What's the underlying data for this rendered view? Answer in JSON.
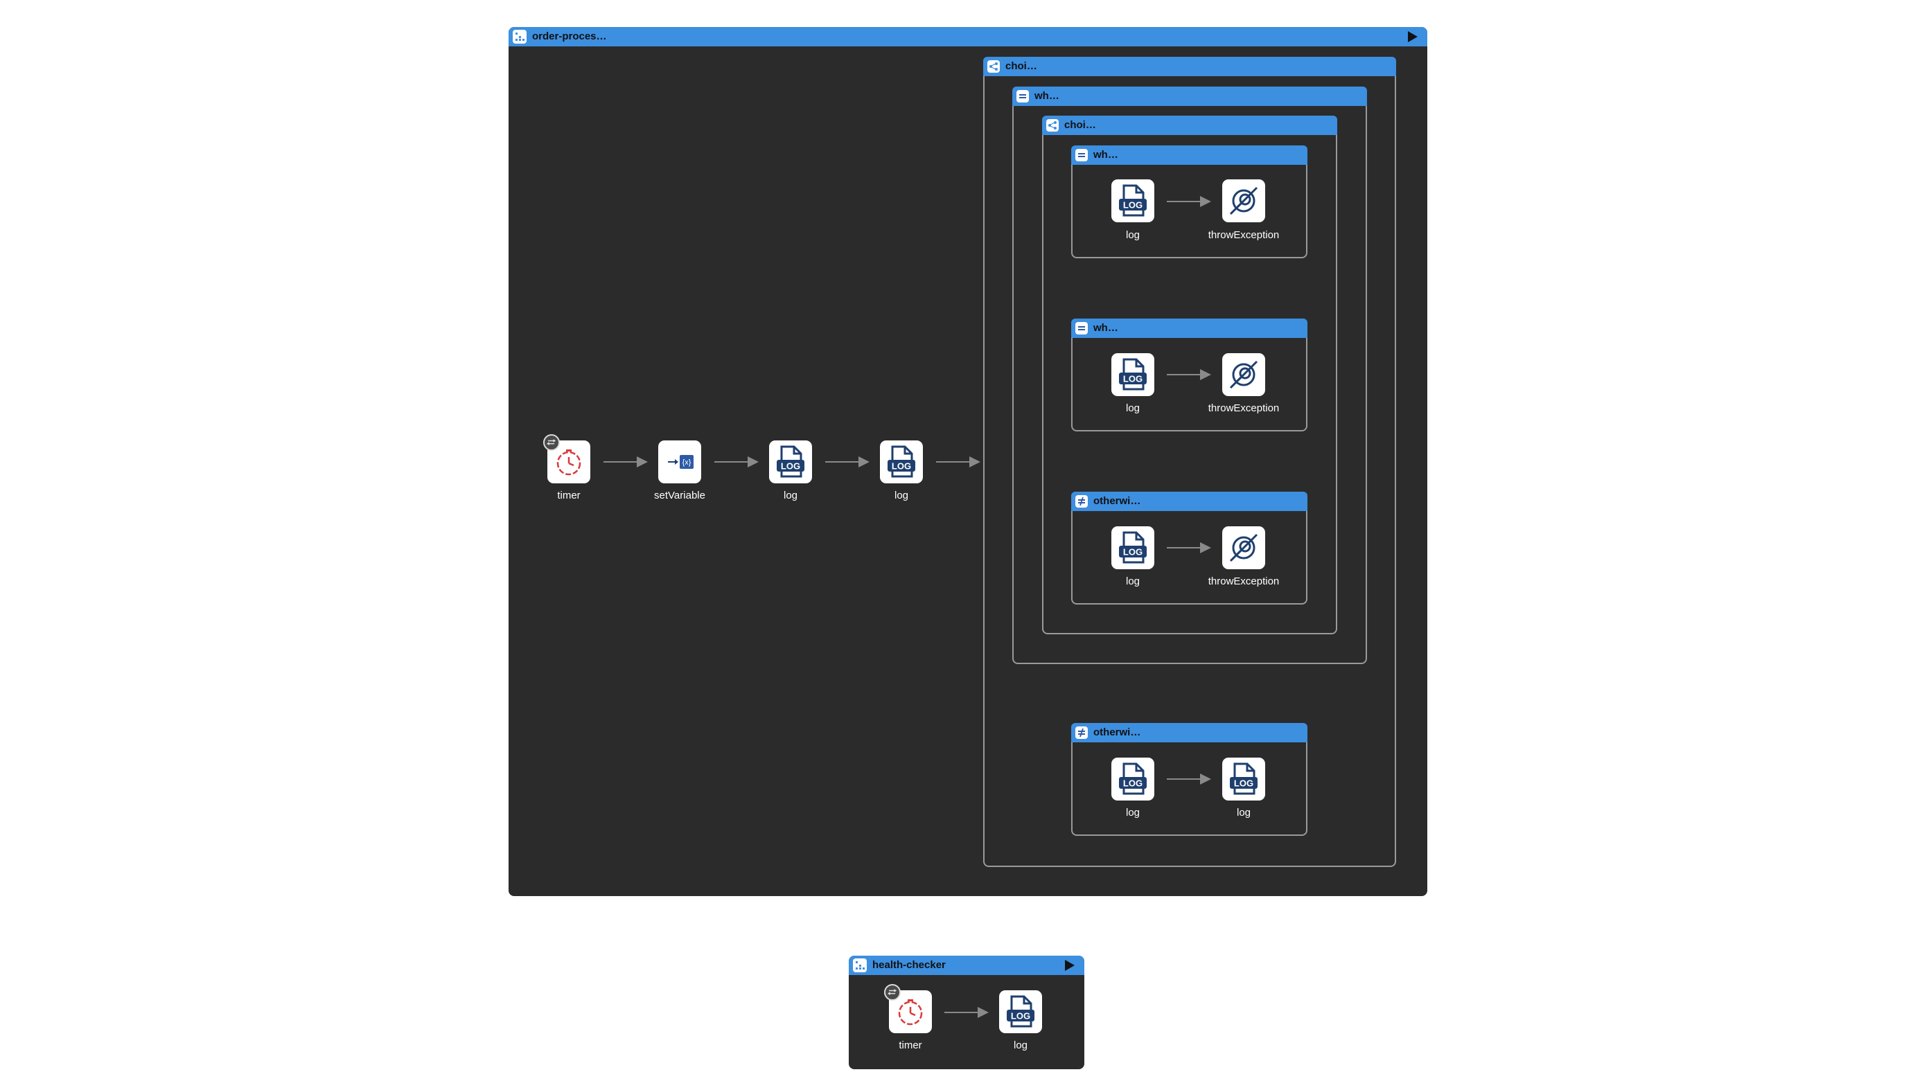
{
  "routes": {
    "order": {
      "title": "order-proces…"
    },
    "health": {
      "title": "health-checker"
    }
  },
  "containers": {
    "choice_outer": "choi…",
    "when_outer": "wh…",
    "choice_inner": "choi…",
    "when_1": "wh…",
    "when_2": "wh…",
    "otherwise_inner": "otherwi…",
    "otherwise_outer": "otherwi…"
  },
  "steps": {
    "timer": "timer",
    "set_variable": "setVariable",
    "log": "log",
    "throw_exception": "throwException"
  },
  "colors": {
    "header": "#3d8fe0",
    "canvas": "#2b2b2b",
    "log_icon": "#1f3f6e",
    "timer_icon": "#d93a3a"
  }
}
